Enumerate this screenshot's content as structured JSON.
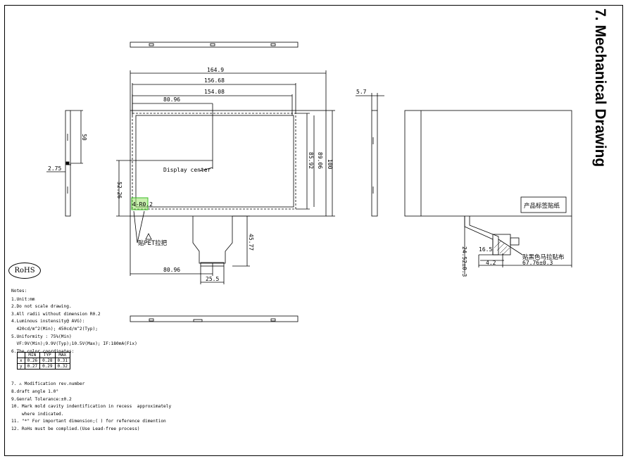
{
  "title": "7. Mechanical Drawing",
  "rohs_label": "RoHS",
  "dimensions": {
    "overall_width": "164.9",
    "vaa_width": "156.68",
    "aa_width": "154.08",
    "center_x": "80.96",
    "side_height": "50",
    "side_offset": "2.75",
    "center_y": "52.26",
    "aa_height": "85.92",
    "vaa_height": "89.06",
    "overall_height": "100",
    "fpc_length": "45.77",
    "bottom_center_x": "80.96",
    "fpc_width": "25.5",
    "thickness": "5.7",
    "back_fpc_a": "16.5",
    "back_fpc_b": "4.2",
    "back_fpc_c": "67.76±0.3",
    "back_fpc_d": "24.52±0.3"
  },
  "labels": {
    "display_center": "Display center",
    "pet_tab": "贴PET拉把",
    "product_label": "产品标签贴纸",
    "black_tape": "贴黑色马拉贴布",
    "corner_mark": "4-R0.2"
  },
  "notes_title": "Notes:",
  "notes": [
    "1.Unit:mm",
    "2.Do not scale drawing.",
    "3.All radii without dimension R0.2",
    "4.Luminous instensity@ AVG):",
    "  420cd/m^2(Min); 450cd/m^2(Typ);",
    "5.Uniformity : 75%(Min)",
    "  VF:9V(Min);9.9V(Typ);10.5V(Max); IF:180mA(Fix)",
    "6.The color coordinates:"
  ],
  "notes_after": [
    "7. ⚠ Modification rev.number",
    "8.draft angle 1.0°",
    "9.Genral Tolerance:±0.2",
    "10. Mark mold cavity indentification in recess  approximately",
    "    where indicated.",
    "11. \"*\" For important dimension;( ) for reference dimention",
    "12. RoHs must be complied.(Use Lead-free process)"
  ],
  "color_table": {
    "headers": [
      "",
      "MIN",
      "TYP",
      "MAX"
    ],
    "rows": [
      [
        "x",
        "0.26",
        "0.28",
        "0.31"
      ],
      [
        "y",
        "0.27",
        "0.29",
        "0.32"
      ]
    ]
  }
}
